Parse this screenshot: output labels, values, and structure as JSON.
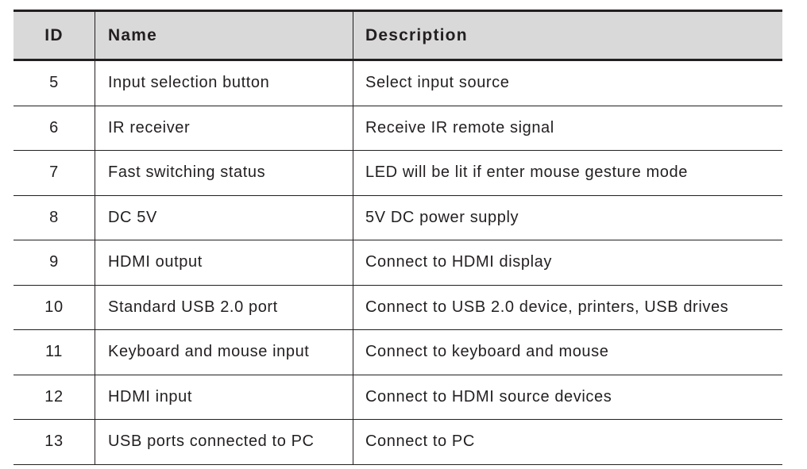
{
  "table": {
    "headers": {
      "id": "ID",
      "name": "Name",
      "description": "Description"
    },
    "rows": [
      {
        "id": "5",
        "name": "Input selection button",
        "description": "Select input source"
      },
      {
        "id": "6",
        "name": "IR receiver",
        "description": "Receive IR remote signal"
      },
      {
        "id": "7",
        "name": "Fast switching status",
        "description": "LED will be lit if enter mouse gesture mode"
      },
      {
        "id": "8",
        "name": "DC 5V",
        "description": "5V DC power supply"
      },
      {
        "id": "9",
        "name": "HDMI output",
        "description": "Connect to HDMI display"
      },
      {
        "id": "10",
        "name": "Standard USB 2.0 port",
        "description": "Connect to USB 2.0 device, printers, USB drives"
      },
      {
        "id": "11",
        "name": "Keyboard and mouse input",
        "description": "Connect to keyboard and mouse"
      },
      {
        "id": "12",
        "name": "HDMI input",
        "description": "Connect to HDMI source devices"
      },
      {
        "id": "13",
        "name": "USB ports connected to PC",
        "description": "Connect to PC"
      }
    ]
  },
  "colors": {
    "header_background": "#d9d9d9",
    "text": "#231f20",
    "rule": "#231f20"
  }
}
